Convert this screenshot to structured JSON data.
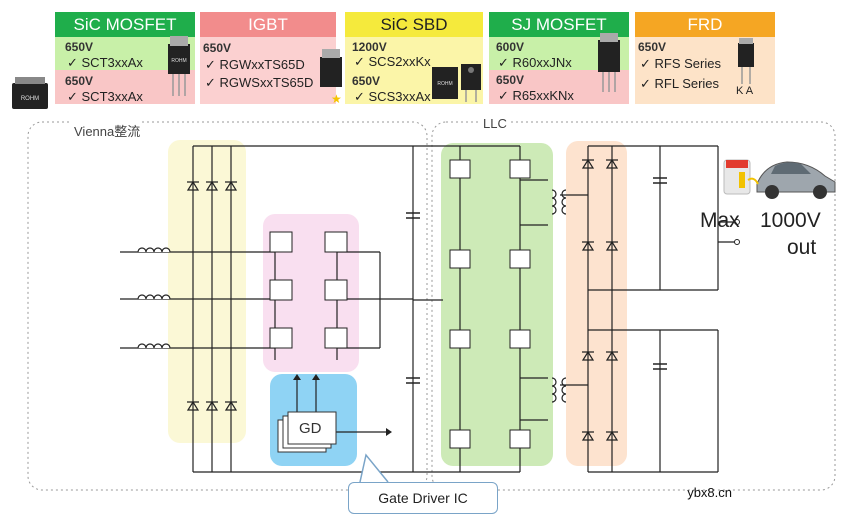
{
  "categories": {
    "sic_mosfet": {
      "title": "SiC MOSFET",
      "rows": [
        {
          "voltage": "650V",
          "part": "✓ SCT3xxAx"
        },
        {
          "voltage": "650V",
          "part": "✓ SCT3xxAx"
        }
      ],
      "header_color": "#1fae4b",
      "colors": [
        "#c8f0a8",
        "#f9c6c6"
      ]
    },
    "igbt": {
      "title": "IGBT",
      "rows": [
        {
          "voltage": "650V",
          "part": "✓ RGWxxTS65D"
        },
        {
          "voltage": "",
          "part": "✓ RGWSxxTS65D"
        }
      ],
      "header_color": "#f28c8c",
      "colors": [
        "#fbd0d0"
      ]
    },
    "sic_sbd": {
      "title": "SiC SBD",
      "rows": [
        {
          "voltage": "1200V",
          "part": "✓ SCS2xxKx"
        },
        {
          "voltage": "650V",
          "part": "✓ SCS3xxAx"
        }
      ],
      "header_color": "#f5ea3c",
      "colors": [
        "#fbf5a8",
        "#fbf5a8"
      ]
    },
    "sj_mosfet": {
      "title": "SJ MOSFET",
      "rows": [
        {
          "voltage": "600V",
          "part": "✓ R60xxJNx"
        },
        {
          "voltage": "650V",
          "part": "✓ R65xxKNx"
        }
      ],
      "header_color": "#1fae4b",
      "colors": [
        "#c8f0a8",
        "#f9c6c6"
      ]
    },
    "frd": {
      "title": "FRD",
      "rows": [
        {
          "voltage": "650V",
          "part": "✓ RFS Series"
        },
        {
          "voltage": "",
          "part": "✓ RFL Series"
        }
      ],
      "header_color": "#f5a623",
      "colors": [
        "#fde3c8"
      ],
      "pins": "K  A"
    }
  },
  "package_label": "ROHM",
  "regions": {
    "vienna": "Vienna整流",
    "llc": "LLC"
  },
  "output": {
    "max": "Max",
    "value": "1000V",
    "out": "out"
  },
  "gd_block": "GD",
  "callout": "Gate Driver IC",
  "watermark": "ybx8.cn",
  "colors": {
    "yellow_zone": "#fbf8d6",
    "pink_zone": "#f9dff0",
    "blue_zone": "#8fd3f4",
    "green_zone": "#cdeab7",
    "orange_zone": "#fde3cf",
    "wire": "#222222"
  }
}
